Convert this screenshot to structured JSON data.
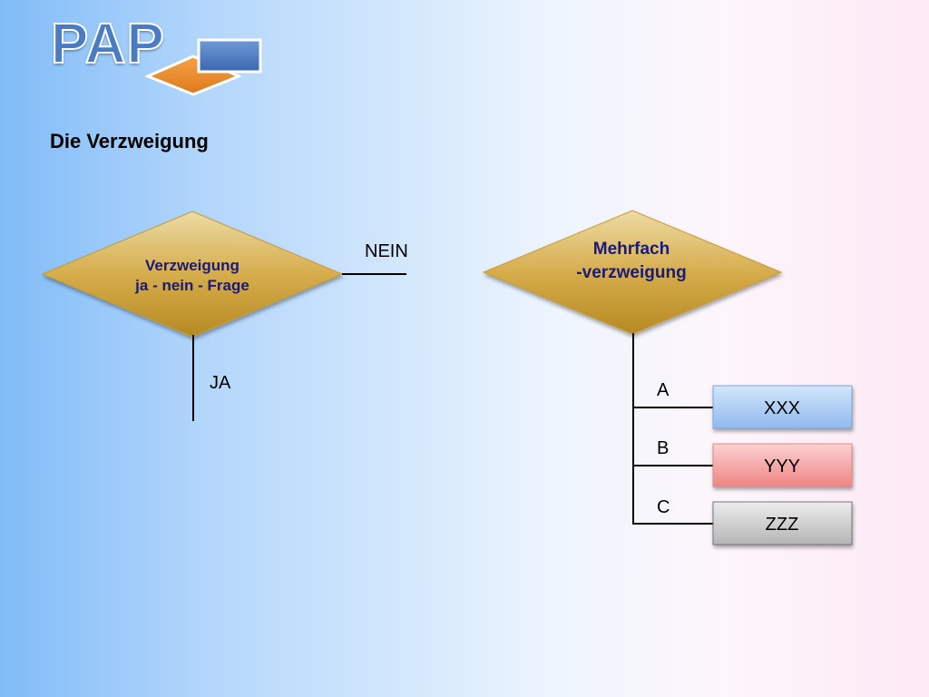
{
  "logo": {
    "text": "PAP"
  },
  "page_title": "Die Verzweigung",
  "colors": {
    "diamond_fill": "#d9b24a",
    "diamond_label": "#1a1a7a",
    "box_xxx": "#b5d3f6",
    "box_yyy": "#f6a6a6",
    "box_zzz": "#cfcfcf",
    "logo_rect": "#4a7cc4",
    "logo_diamond": "#ee8a2a"
  },
  "simple_branch": {
    "label_line1": "Verzweigung",
    "label_line2": "ja - nein - Frage",
    "no_label": "NEIN",
    "yes_label": "JA"
  },
  "multi_branch": {
    "label_line1": "Mehrfach",
    "label_line2": "-verzweigung",
    "cases": [
      {
        "case_label": "A",
        "box_text": "XXX"
      },
      {
        "case_label": "B",
        "box_text": "YYY"
      },
      {
        "case_label": "C",
        "box_text": "ZZZ"
      }
    ]
  }
}
